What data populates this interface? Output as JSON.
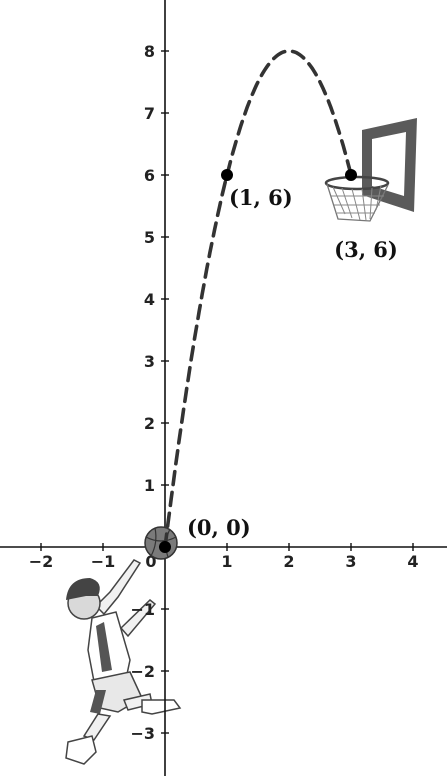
{
  "chart_data": {
    "type": "line",
    "title": "",
    "xlabel": "",
    "ylabel": "",
    "xlim": [
      -2.6,
      4.5
    ],
    "ylim": [
      -3.6,
      8.9
    ],
    "x_ticks": [
      -2,
      -1,
      0,
      1,
      2,
      3,
      4
    ],
    "x_tick_labels": [
      "−2",
      "−1",
      "0",
      "1",
      "2",
      "3",
      "4"
    ],
    "y_ticks": [
      -3,
      -2,
      -1,
      1,
      2,
      3,
      4,
      5,
      6,
      7,
      8
    ],
    "y_tick_labels": [
      "−3",
      "−2",
      "−1",
      "1",
      "2",
      "3",
      "4",
      "5",
      "6",
      "7",
      "8"
    ],
    "grid": false,
    "series": [
      {
        "curve": "y = -2x^2 + 8x",
        "x": [
          0,
          0.25,
          0.5,
          0.75,
          1,
          1.25,
          1.5,
          1.75,
          2,
          2.25,
          2.5,
          2.75,
          3
        ],
        "y": [
          0,
          1.875,
          3.5,
          4.875,
          6,
          6.875,
          7.5,
          7.875,
          8,
          7.875,
          7.5,
          6.875,
          6
        ],
        "line_style": "dashed",
        "color": "#333333"
      }
    ],
    "points": [
      {
        "x": 0,
        "y": 0,
        "label": "(0, 0)"
      },
      {
        "x": 1,
        "y": 6,
        "label": "(1, 6)"
      },
      {
        "x": 3,
        "y": 6,
        "label": "(3, 6)"
      }
    ]
  },
  "illustrations": {
    "player": "basketball-player",
    "ball": "basketball",
    "hoop": "basketball-hoop"
  },
  "colors": {
    "axis": "#111111",
    "curve": "#333333",
    "point": "#000000",
    "backboard": "#555555",
    "ball": "#777777"
  }
}
